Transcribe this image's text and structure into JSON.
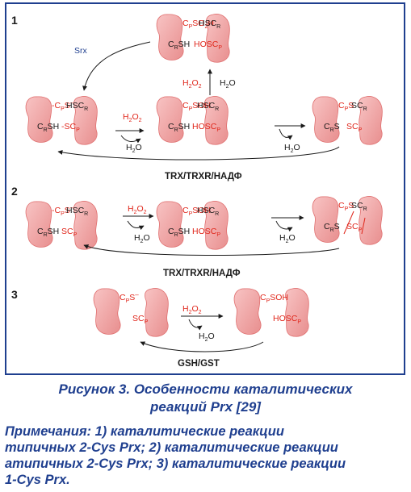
{
  "colors": {
    "accent": "#e0261b",
    "ink": "#1a1a1a",
    "protein": "#f2a6a6",
    "frame": "#1f3f8f",
    "blue": "#1f3f8f"
  },
  "panels": [
    {
      "number": "1",
      "sulfinic": {
        "a": "C",
        "a_sub": "P",
        "a_rest": "SO",
        "a_sub2": "2",
        "a_end": "H",
        "b": "HSC",
        "b_sub": "R",
        "c": "C",
        "c_sub": "R",
        "c_rest": "SH",
        "d": "HOSC",
        "d_sub": "P"
      },
      "srx": "Srx",
      "s1": {
        "a": "-C",
        "a_sub": "P",
        "a_rest": "S",
        "a_sup": "–",
        "b": "HSC",
        "b_sub": "R",
        "c": "C",
        "c_sub": "R",
        "c_rest": "SH",
        "d": "-SC",
        "d_sub": "P"
      },
      "s2": {
        "a": "C",
        "a_sub": "P",
        "a_rest": "SOH",
        "b": "HSC",
        "b_sub": "R",
        "c": "C",
        "c_sub": "R",
        "c_rest": "SH",
        "d": "HOSC",
        "d_sub": "P"
      },
      "s3": {
        "a": "C",
        "a_sub": "P",
        "a_rest": "S",
        "b": "SC",
        "b_sub": "R",
        "c": "C",
        "c_sub": "R",
        "c_rest": "S",
        "d": "SC",
        "d_sub": "P"
      },
      "h2o2": "H2O2",
      "h2o": "H2O",
      "reductant": "TRX/TRXR/НАДФ"
    },
    {
      "number": "2",
      "s1": {
        "a": "-C",
        "a_sub": "P",
        "a_rest": "S",
        "a_sup": "–",
        "b": "HSC",
        "b_sub": "R",
        "c": "C",
        "c_sub": "R",
        "c_rest": "SH",
        "d": "SC",
        "d_sub": "P"
      },
      "s2": {
        "a": "C",
        "a_sub": "P",
        "a_rest": "SOH",
        "b": "HSC",
        "b_sub": "R",
        "c": "C",
        "c_sub": "R",
        "c_rest": "SH",
        "d": "HOSC",
        "d_sub": "P"
      },
      "s3": {
        "a": "C",
        "a_sub": "P",
        "a_rest": "S",
        "b": "SC",
        "b_sub": "R",
        "c": "C",
        "c_sub": "R",
        "c_rest": "S",
        "d": "SC",
        "d_sub": "P"
      },
      "reductant": "TRX/TRXR/НАДФ"
    },
    {
      "number": "3",
      "s1": {
        "a": "C",
        "a_sub": "P",
        "a_rest": "S",
        "a_sup": "–",
        "d": "SC",
        "d_sub": "P"
      },
      "s2": {
        "a": "C",
        "a_sub": "P",
        "a_rest": "SOH",
        "d": "HOSC",
        "d_sub": "P"
      },
      "reductant": "GSH/GST"
    }
  ],
  "caption": {
    "line1": "Рисунок 3. Особенности каталитических",
    "line2": "реакций Prx [29]"
  },
  "notes": {
    "line1": "Примечания: 1) каталитические реакции",
    "line2": "типичных 2-Cys Prx; 2) каталитические реакции",
    "line3": "атипичных 2-Cys Prx; 3) каталитические реакции",
    "line4": "1-Cys Prx."
  }
}
